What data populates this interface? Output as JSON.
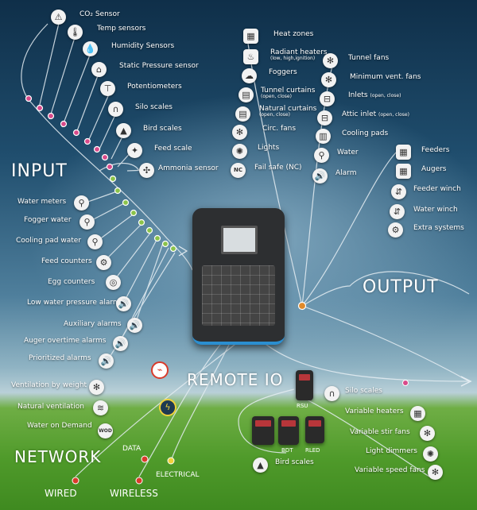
{
  "titles": {
    "input": "INPUT",
    "output": "OUTPUT",
    "remote_io": "REMOTE IO",
    "network": "NETWORK"
  },
  "inputs": [
    {
      "label": "CO₂ Sensor",
      "icon": "warning-triangle-icon"
    },
    {
      "label": "Temp sensors",
      "icon": "thermometer-icon"
    },
    {
      "label": "Humidity Sensors",
      "icon": "droplets-icon"
    },
    {
      "label": "Static Pressure sensor",
      "icon": "house-icon"
    },
    {
      "label": "Potentiometers",
      "icon": "potentiometer-icon"
    },
    {
      "label": "Silo scales",
      "icon": "silo-icon"
    },
    {
      "label": "Bird scales",
      "icon": "scale-icon"
    },
    {
      "label": "Feed scale",
      "icon": "wheat-icon"
    },
    {
      "label": "Ammonia sensor",
      "icon": "molecule-icon"
    },
    {
      "label": "Water meters",
      "icon": "faucet-icon"
    },
    {
      "label": "Fogger water",
      "icon": "faucet-icon"
    },
    {
      "label": "Cooling pad water",
      "icon": "faucet-icon"
    },
    {
      "label": "Feed counters",
      "icon": "counter-icon"
    },
    {
      "label": "Egg counters",
      "icon": "egg-icon"
    },
    {
      "label": "Low water pressure alarm",
      "icon": "speaker-icon"
    },
    {
      "label": "Auxiliary alarms",
      "icon": "speaker-icon"
    },
    {
      "label": "Auger overtime alarms",
      "icon": "speaker-icon"
    },
    {
      "label": "Prioritized alarms",
      "icon": "speaker-icon"
    },
    {
      "label": "Ventilation by weight",
      "icon": "fan-icon"
    },
    {
      "label": "Natural ventilation",
      "icon": "waves-icon"
    },
    {
      "label": "Water on Demand",
      "icon": "wod-icon",
      "icon_text": "WOD"
    }
  ],
  "outputs": [
    {
      "label": "Heat zones",
      "icon": "heater-icon"
    },
    {
      "label": "Radiant heaters",
      "sub": "(low, high,ignition)",
      "icon": "radiant-heater-icon"
    },
    {
      "label": "Foggers",
      "icon": "fogger-icon"
    },
    {
      "label": "Tunnel curtains",
      "sub": "(open, close)",
      "icon": "curtain-icon"
    },
    {
      "label": "Natural curtains",
      "sub": "(open, close)",
      "icon": "curtain-icon"
    },
    {
      "label": "Circ. fans",
      "icon": "fan-icon"
    },
    {
      "label": "Lights",
      "icon": "light-icon"
    },
    {
      "label": "Fail safe (NC)",
      "icon": "nc-icon",
      "icon_text": "NC"
    },
    {
      "label": "Tunnel fans",
      "icon": "fan-icon"
    },
    {
      "label": "Minimum vent. fans",
      "icon": "fan-icon"
    },
    {
      "label": "Inlets",
      "sub": "(open, close)",
      "icon": "inlet-icon"
    },
    {
      "label": "Attic inlet",
      "sub": "(open, close)",
      "icon": "inlet-icon"
    },
    {
      "label": "Cooling pads",
      "icon": "pad-icon"
    },
    {
      "label": "Water",
      "icon": "water-icon"
    },
    {
      "label": "Alarm",
      "icon": "speaker-icon"
    },
    {
      "label": "Feeders",
      "icon": "feeder-icon"
    },
    {
      "label": "Augers",
      "icon": "auger-icon"
    },
    {
      "label": "Feeder winch",
      "icon": "winch-icon"
    },
    {
      "label": "Water winch",
      "icon": "winch-icon"
    },
    {
      "label": "Extra systems",
      "icon": "gear-icon"
    }
  ],
  "remote": [
    {
      "label": "Silo scales",
      "icon": "silo-icon"
    },
    {
      "label": "Variable heaters",
      "icon": "heater-icon"
    },
    {
      "label": "Variable stir fans",
      "icon": "fan-icon"
    },
    {
      "label": "Light dimmers",
      "icon": "light-icon"
    },
    {
      "label": "Variable speed fans",
      "icon": "fan-icon"
    },
    {
      "label": "Bird scales",
      "icon": "scale-icon"
    }
  ],
  "devices": {
    "rsu": "RSU",
    "bdt": "BDT",
    "rled": "RLED"
  },
  "network": {
    "data": "DATA",
    "electrical": "ELECTRICAL",
    "wired": "WIRED",
    "wireless": "WIRELESS"
  },
  "colors": {
    "accent_orange": "#e08a2a",
    "dot_pink": "#d84a8a",
    "dot_green": "#8bc34a",
    "device_blue": "#2b8ed0",
    "badge_red": "#d93b2b",
    "badge_yellow": "#f0d13a"
  }
}
